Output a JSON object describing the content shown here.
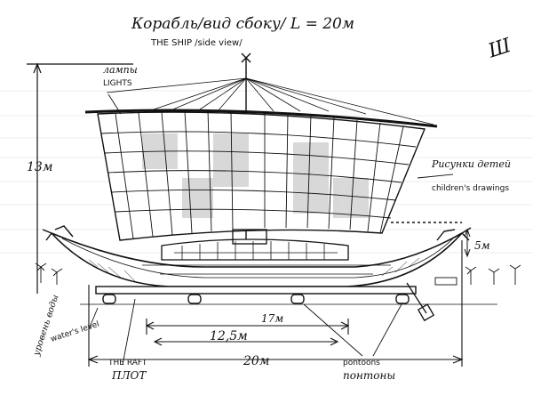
{
  "title_ru": "Корабль/вид сбоку/ L = 20м",
  "title_en": "THE SHIP /side view/",
  "signature": "Ш",
  "labels": {
    "lights_ru": "лампы",
    "lights_en": "LIGHTS",
    "drawings_ru": "Рисунки детей",
    "drawings_en": "children's drawings",
    "water_ru": "уровень воды",
    "water_en": "water's level",
    "raft_en": "THE RAFT",
    "raft_ru": "ПЛОТ",
    "pontoons_en": "pontoons",
    "pontoons_ru": "понтоны"
  },
  "dimensions": {
    "height_total": "13м",
    "height_small": "5м",
    "length_17": "17м",
    "length_12": "12,5м",
    "length_20": "20м"
  }
}
